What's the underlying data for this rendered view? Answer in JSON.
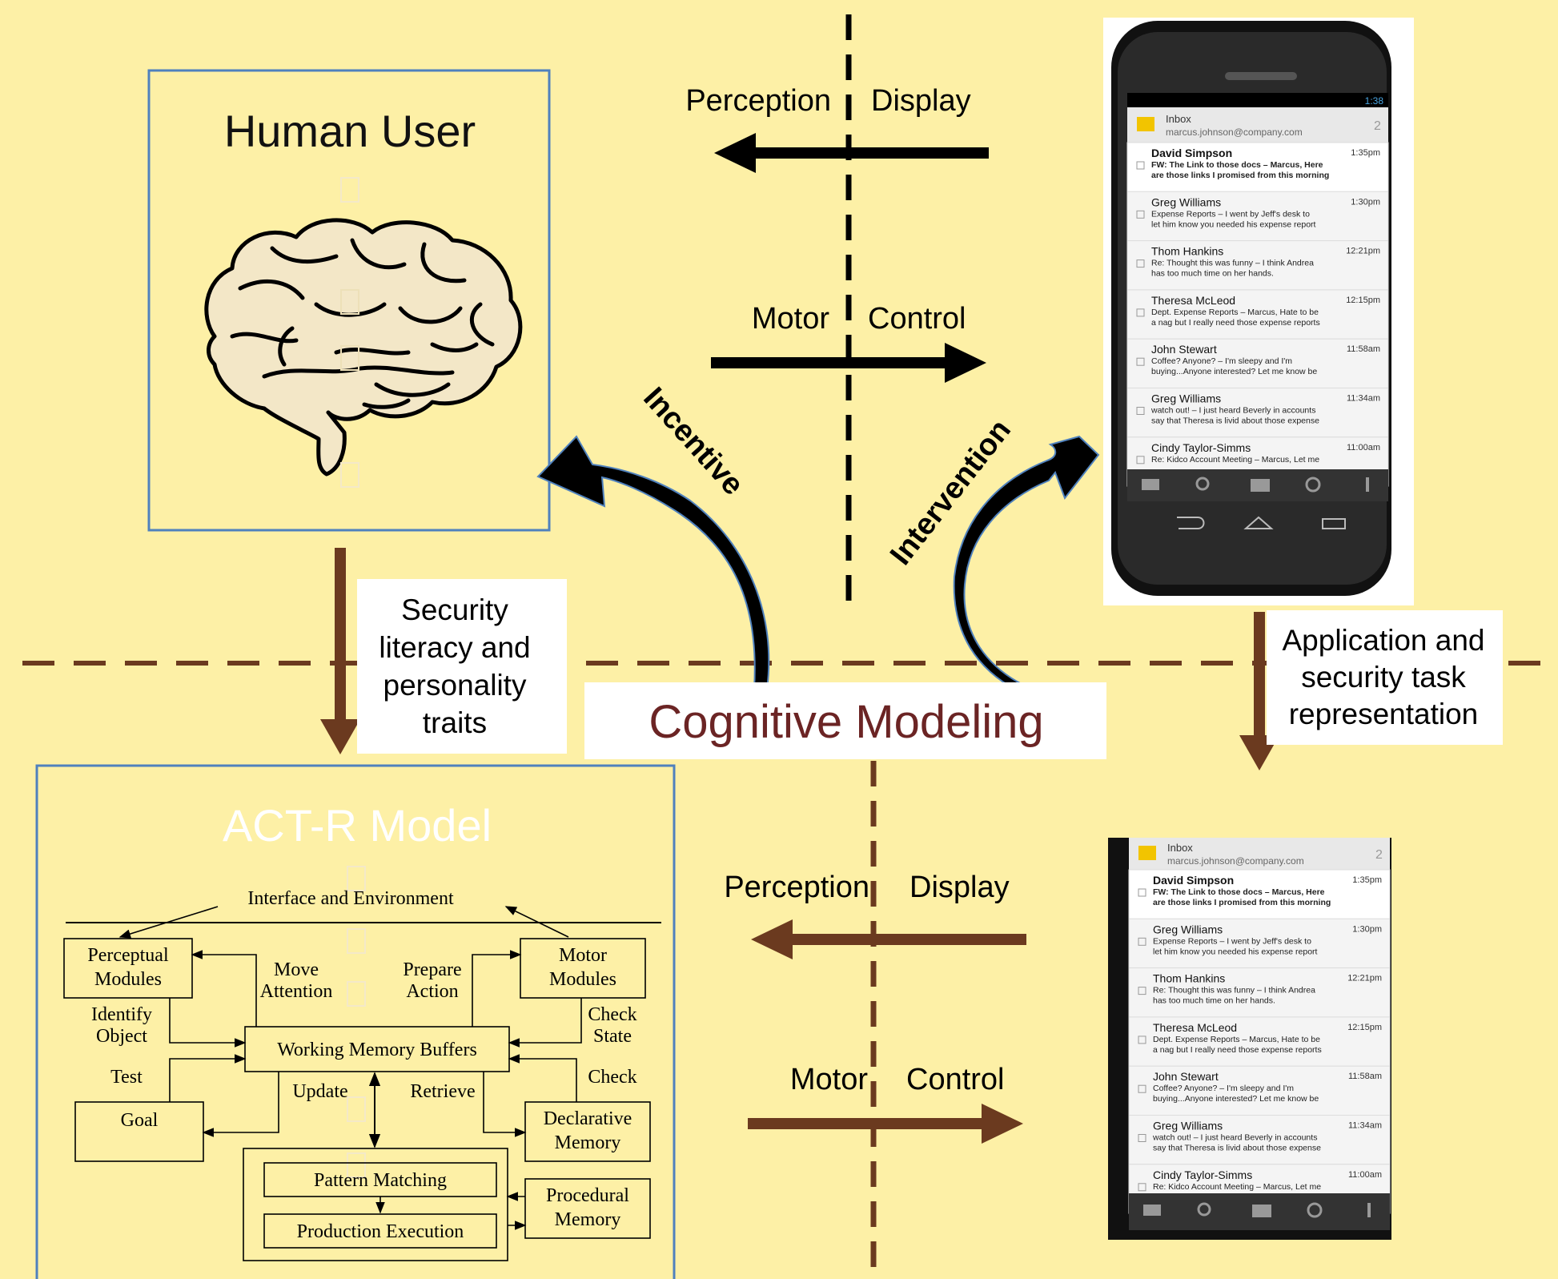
{
  "top_panel": {
    "human_title": "Human User",
    "top_perception": "Perception",
    "top_display": "Display",
    "top_motor": "Motor",
    "top_control": "Control",
    "incentive": "Incentive",
    "intervention": "Intervention"
  },
  "labels": {
    "security_literacy": [
      "Security",
      "literacy and",
      "personality",
      "traits"
    ],
    "app_task": [
      "Application and",
      "security task",
      "representation"
    ],
    "cognitive_modeling": "Cognitive Modeling"
  },
  "bottom_panel": {
    "actr_title": "ACT-R Model",
    "bottom_perception": "Perception",
    "bottom_display": "Display",
    "bottom_motor": "Motor",
    "bottom_control": "Control"
  },
  "actr": {
    "interface": "Interface and Environment",
    "perceptual": [
      "Perceptual",
      "Modules"
    ],
    "motor": [
      "Motor",
      "Modules"
    ],
    "move_attention": [
      "Move",
      "Attention"
    ],
    "prepare_action": [
      "Prepare",
      "Action"
    ],
    "identify_object": [
      "Identify",
      "Object"
    ],
    "check_state": [
      "Check",
      "State"
    ],
    "working_memory": "Working Memory Buffers",
    "test": "Test",
    "check": "Check",
    "update": "Update",
    "retrieve": "Retrieve",
    "goal": "Goal",
    "declarative": [
      "Declarative",
      "Memory"
    ],
    "pattern_matching": "Pattern Matching",
    "production_execution": "Production Execution",
    "procedural": [
      "Procedural",
      "Memory"
    ]
  },
  "phone_top": {
    "status_time": "1:38",
    "inbox_title": "Inbox",
    "account": "marcus.johnson@company.com",
    "count": "2",
    "emails": [
      {
        "sender": "David Simpson",
        "time": "1:35pm",
        "line1": "FW: The Link to those docs – Marcus, Here",
        "line2": "are those links I promised from this morning"
      },
      {
        "sender": "Greg Williams",
        "time": "1:30pm",
        "line1": "Expense Reports – I went by Jeff's desk to",
        "line2": "let him know you needed his expense report"
      },
      {
        "sender": "Thom Hankins",
        "time": "12:21pm",
        "line1": "Re: Thought this was funny – I think Andrea",
        "line2": "has too much time on her hands."
      },
      {
        "sender": "Theresa McLeod",
        "time": "12:15pm",
        "line1": "Dept. Expense Reports – Marcus, Hate to be",
        "line2": "a nag but I really need those expense reports"
      },
      {
        "sender": "John Stewart",
        "time": "11:58am",
        "line1": "Coffee? Anyone? – I'm sleepy and I'm",
        "line2": "buying...Anyone interested? Let me know be"
      },
      {
        "sender": "Greg Williams",
        "time": "11:34am",
        "line1": "watch out! – I just heard Beverly in accounts",
        "line2": "say that Theresa is livid about those expense"
      },
      {
        "sender": "Cindy Taylor-Simms",
        "time": "11:00am",
        "line1": "Re: Kidco Account Meeting – Marcus, Let me",
        "line2": ""
      }
    ]
  },
  "colors": {
    "background": "#FDF0A6",
    "brown": "#6B3A1F",
    "black": "#000000",
    "cognitive_text": "#6B2424",
    "panel_border": "#4F81BD"
  }
}
